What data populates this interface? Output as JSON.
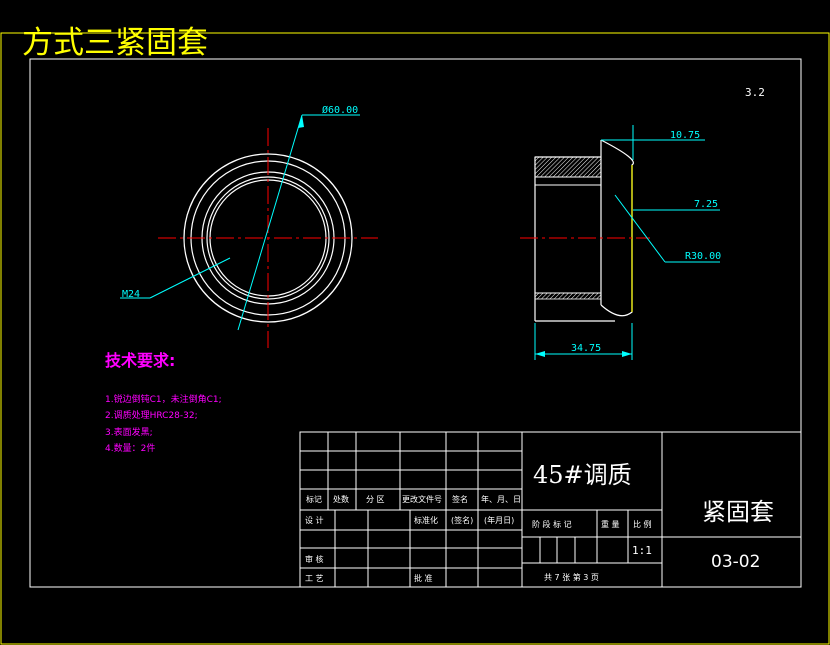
{
  "sheet": {
    "title": "方式三紧固套",
    "roughness": "3.2"
  },
  "dimensions": {
    "diameter": "Ø60.00",
    "thread": "M24",
    "width_top": "10.75",
    "width_mid": "7.25",
    "radius": "R30.00",
    "length": "34.75"
  },
  "notes": {
    "heading": "技术要求:",
    "items": [
      "1.锐边倒钝C1，未注倒角C1;",
      "2.调质处理HRC28-32;",
      "3.表面发黑;",
      "4.数量：2件"
    ]
  },
  "title_block": {
    "material": "45#调质",
    "part_name": "紧固套",
    "drawing_no": "03-02",
    "scale": "1:1",
    "sheet_info": "共 7 张      第 3 页",
    "labels": {
      "mark": "标记",
      "count": "处数",
      "zone": "分 区",
      "change_doc": "更改文件号",
      "sign": "签名",
      "date": "年、月、日",
      "design": "设 计",
      "standardize": "标准化",
      "signed": "(签名)",
      "ymd": "(年月日)",
      "stage_mark": "阶 段 标 记",
      "weight": "重 量",
      "ratio": "比 例",
      "review": "审 核",
      "process": "工 艺",
      "approve": "批 准"
    }
  },
  "colors": {
    "frame": "#ffff00",
    "outline": "#ffffff",
    "center": "#ff0000",
    "dimension": "#00ffff",
    "hatch": "#ffffff",
    "notes": "#ff00ff",
    "title": "#ffff00"
  }
}
